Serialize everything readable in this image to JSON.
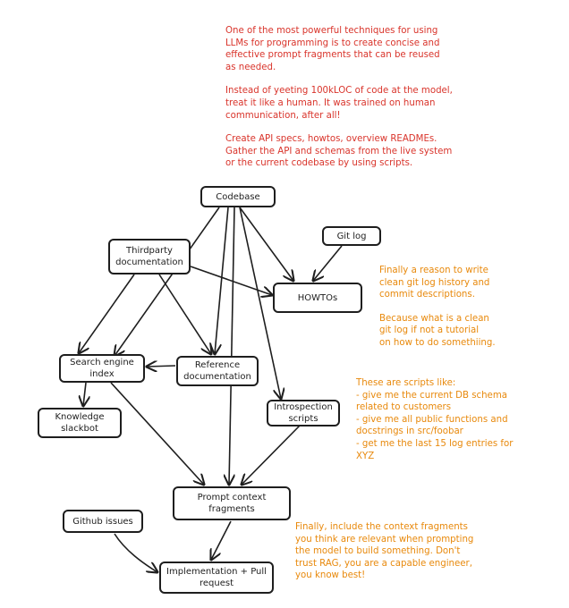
{
  "notes_red": [
    "One of the most powerful techniques for using\nLLMs for programming is to create concise and\neffective prompt fragments that can be reused\nas needed.",
    "Instead of yeeting 100kLOC of code at the model,\ntreat it like a human. It was trained on human\ncommunication, after all!",
    "Create API specs, howtos, overview READMEs.\nGather the API and schemas from the live system\nor the current codebase by using scripts."
  ],
  "note_gitlog": [
    "Finally a reason to write\nclean git log history and\ncommit descriptions.",
    "Because what is a clean\ngit log if not a tutorial\non how to do somethiing."
  ],
  "note_scripts": "These are scripts like:\n- give me the current DB schema\nrelated to customers\n- give me all public functions and\ndocstrings in src/foobar\n- get me the last 15 log entries for\nXYZ",
  "note_final": "Finally, include the context fragments\nyou think are relevant when prompting\nthe model to build something. Don't\ntrust RAG, you are a capable engineer,\nyou know best!",
  "nodes": {
    "codebase": "Codebase",
    "thirdparty": "Thirdparty\ndocumentation",
    "gitlog": "Git log",
    "howtos": "HOWTOs",
    "search": "Search engine\nindex",
    "reference": "Reference\ndocumentation",
    "introspection": "Introspection\nscripts",
    "knowledge": "Knowledge\nslackbot",
    "prompt": "Prompt context\nfragments",
    "github": "Github issues",
    "implementation": "Implementation + Pull\nrequest"
  },
  "colors": {
    "note_red": "#d9342b",
    "note_orange": "#e8890c",
    "stroke": "#1e1e1e"
  }
}
